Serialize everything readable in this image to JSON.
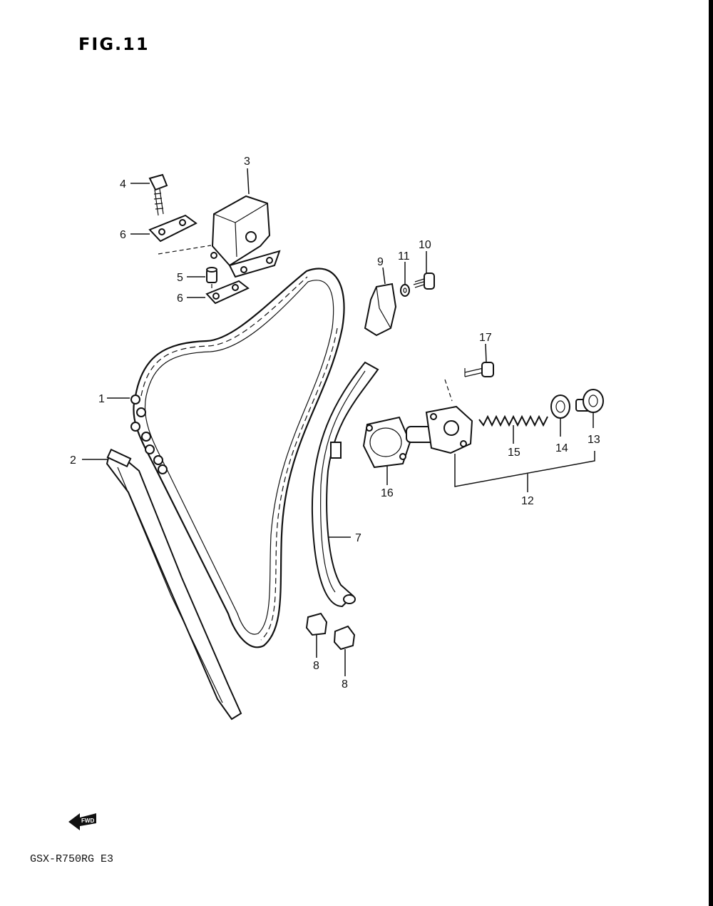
{
  "figure_title": "FIG.11",
  "model_code": "GSX-R750RG E3",
  "fwd_mark": "FWD",
  "callouts": [
    {
      "id": "1",
      "text": "1"
    },
    {
      "id": "2",
      "text": "2"
    },
    {
      "id": "3",
      "text": "3"
    },
    {
      "id": "4",
      "text": "4"
    },
    {
      "id": "5",
      "text": "5"
    },
    {
      "id": "6a",
      "text": "6"
    },
    {
      "id": "6b",
      "text": "6"
    },
    {
      "id": "7",
      "text": "7"
    },
    {
      "id": "8a",
      "text": "8"
    },
    {
      "id": "8b",
      "text": "8"
    },
    {
      "id": "9",
      "text": "9"
    },
    {
      "id": "10",
      "text": "10"
    },
    {
      "id": "11",
      "text": "11"
    },
    {
      "id": "12",
      "text": "12"
    },
    {
      "id": "13",
      "text": "13"
    },
    {
      "id": "14",
      "text": "14"
    },
    {
      "id": "15",
      "text": "15"
    },
    {
      "id": "16",
      "text": "16"
    },
    {
      "id": "17",
      "text": "17"
    }
  ]
}
